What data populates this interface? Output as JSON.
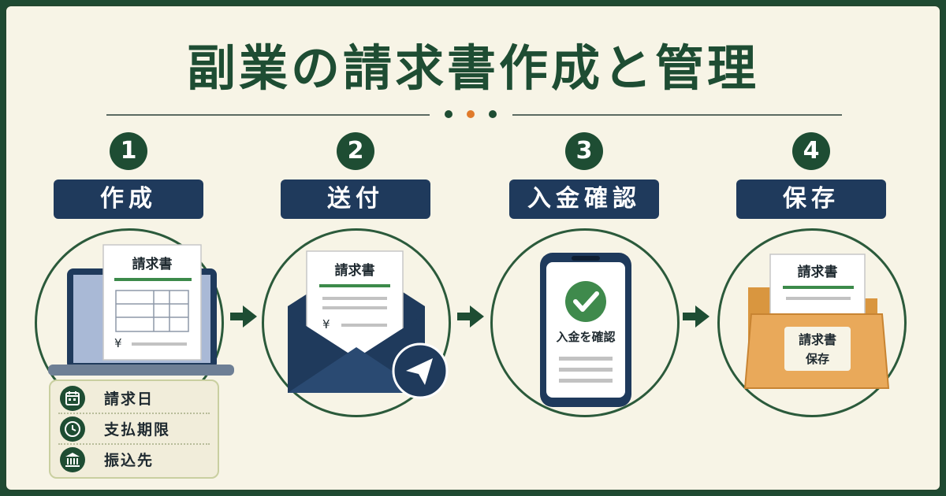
{
  "title": "副業の請求書作成と管理",
  "colors": {
    "primary_green": "#1e4d33",
    "navy": "#1f3a5c",
    "accent_orange": "#e07a2a",
    "background": "#f7f4e6",
    "folder": "#e9a95a"
  },
  "steps": [
    {
      "number": "1",
      "label": "作成",
      "doc_title": "請求書",
      "yen": "¥"
    },
    {
      "number": "2",
      "label": "送付",
      "doc_title": "請求書",
      "yen": "¥"
    },
    {
      "number": "3",
      "label": "入金確認",
      "screen_text": "入金を確認"
    },
    {
      "number": "4",
      "label": "保存",
      "doc_title": "請求書",
      "folder_line1": "請求書",
      "folder_line2": "保存"
    }
  ],
  "info_items": [
    {
      "icon": "calendar-icon",
      "label": "請求日"
    },
    {
      "icon": "clock-icon",
      "label": "支払期限"
    },
    {
      "icon": "bank-icon",
      "label": "振込先"
    }
  ]
}
